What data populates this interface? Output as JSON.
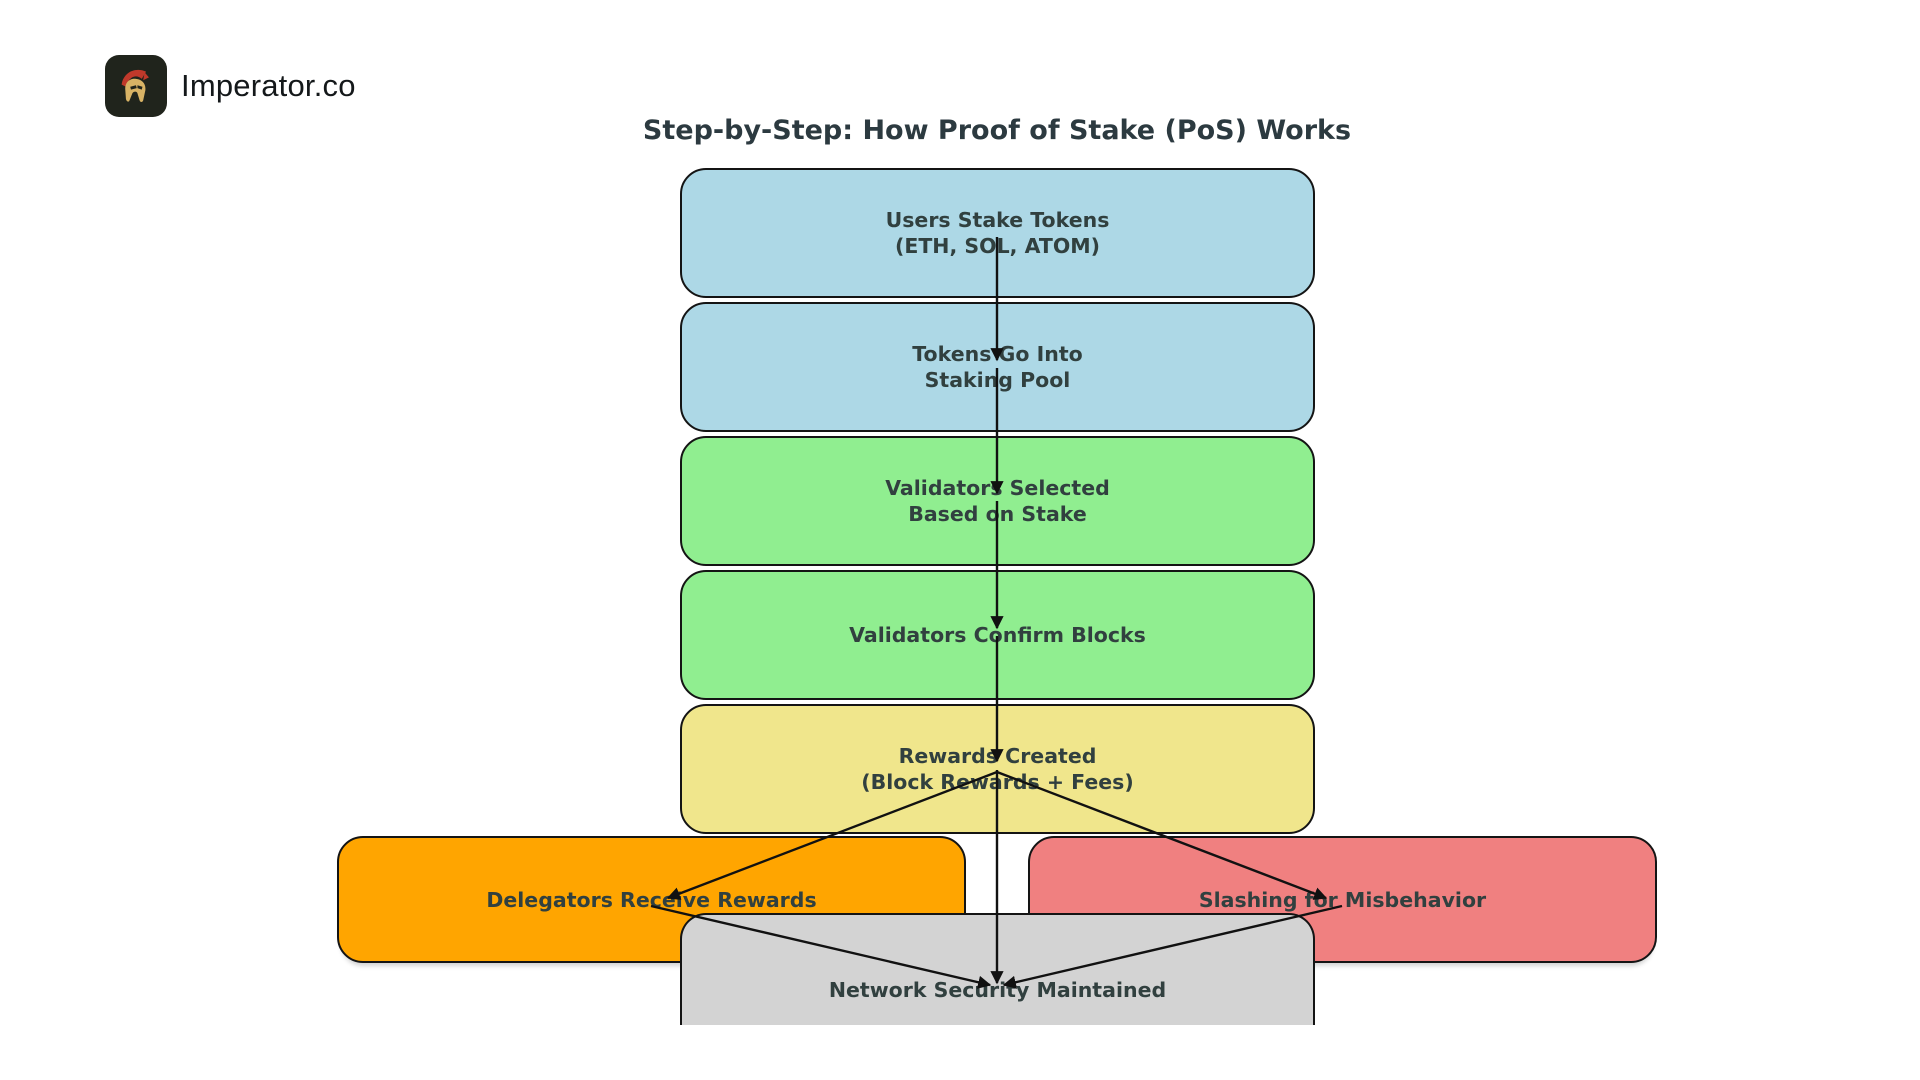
{
  "brand": {
    "name": "Imperator.co"
  },
  "title": "Step-by-Step: How Proof of Stake (PoS) Works",
  "flow": {
    "steps": [
      {
        "id": "stake",
        "lines": [
          "Users Stake Tokens",
          "(ETH, SOL, ATOM)"
        ],
        "color": "#ADD8E6"
      },
      {
        "id": "pool",
        "lines": [
          "Tokens Go Into",
          "Staking Pool"
        ],
        "color": "#ADD8E6"
      },
      {
        "id": "selected",
        "lines": [
          "Validators Selected",
          "Based on Stake"
        ],
        "color": "#90EE90"
      },
      {
        "id": "confirm",
        "lines": [
          "Validators Confirm Blocks"
        ],
        "color": "#90EE90"
      },
      {
        "id": "rewards",
        "lines": [
          "Rewards Created",
          "(Block Rewards + Fees)"
        ],
        "color": "#F0E68C"
      },
      {
        "id": "delegators",
        "lines": [
          "Delegators Receive Rewards"
        ],
        "color": "#FFA500"
      },
      {
        "id": "slashing",
        "lines": [
          "Slashing for Misbehavior"
        ],
        "color": "#F08080"
      },
      {
        "id": "security",
        "lines": [
          "Network Security Maintained"
        ],
        "color": "#D3D3D3"
      }
    ],
    "edges": [
      {
        "from": "stake",
        "to": "pool"
      },
      {
        "from": "pool",
        "to": "selected"
      },
      {
        "from": "selected",
        "to": "confirm"
      },
      {
        "from": "confirm",
        "to": "rewards"
      },
      {
        "from": "rewards",
        "to": "security"
      },
      {
        "from": "rewards",
        "to": "delegators"
      },
      {
        "from": "rewards",
        "to": "slashing"
      },
      {
        "from": "delegators",
        "to": "security"
      },
      {
        "from": "slashing",
        "to": "security"
      }
    ]
  },
  "colors": {
    "stake_steps": "#ADD8E6",
    "validator_steps": "#90EE90",
    "rewards_step": "#F0E68C",
    "delegators_step": "#FFA500",
    "slashing_step": "#F08080",
    "security_step": "#D3D3D3",
    "arrow": "#111111",
    "box_border": "#141414",
    "text": "#31403f",
    "logo_background": "#20241c",
    "logo_crest": "#C0392B",
    "logo_helmet": "#D8B365"
  }
}
